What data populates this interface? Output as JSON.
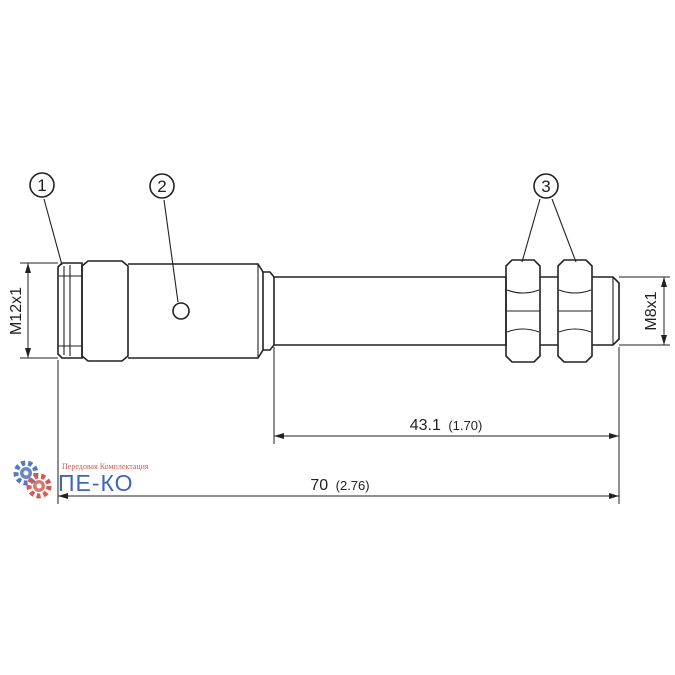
{
  "labels": {
    "thread_left": "M12x1",
    "thread_right": "M8x1",
    "dim_short_value": "43.1",
    "dim_short_inch": "(1.70)",
    "dim_long_value": "70",
    "dim_long_inch": "(2.76)"
  },
  "callouts": [
    {
      "number": "1"
    },
    {
      "number": "2"
    },
    {
      "number": "3"
    }
  ],
  "watermark": {
    "small_text": "Передовая Комплектация",
    "big_text": "ПЕ-КО"
  },
  "colors": {
    "line": "#222222",
    "watermark_red": "#d25a55",
    "watermark_blue": "#3f67b5"
  }
}
